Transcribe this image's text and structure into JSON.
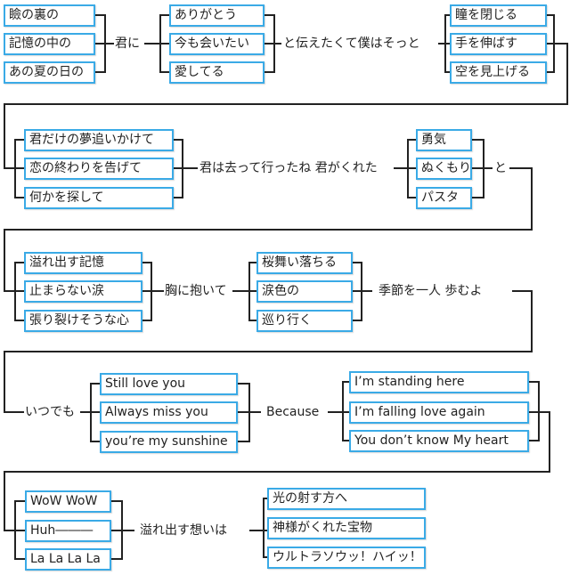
{
  "colors": {
    "box_border": "#3aaae6",
    "line": "#222222"
  },
  "row1": {
    "group_a": [
      "瞼の裏の",
      "記憶の中の",
      "あの夏の日の"
    ],
    "label_1": "君に",
    "group_b": [
      "ありがとう",
      "今も会いたい",
      "愛してる"
    ],
    "label_2": "と伝えたくて僕はそっと",
    "group_c": [
      "瞳を閉じる",
      "手を伸ばす",
      "空を見上げる"
    ]
  },
  "row2": {
    "group_a": [
      "君だけの夢追いかけて",
      "恋の終わりを告げて",
      "何かを探して"
    ],
    "label_1": "君は去って行ったね 君がくれた",
    "group_b": [
      "勇気",
      "ぬくもり",
      "パスタ"
    ],
    "label_2": "と"
  },
  "row3": {
    "group_a": [
      "溢れ出す記憶",
      "止まらない涙",
      "張り裂けそうな心"
    ],
    "label_1": "胸に抱いて",
    "group_b": [
      "桜舞い落ちる",
      "涙色の",
      "巡り行く"
    ],
    "label_2": "季節を一人 歩むよ"
  },
  "row4": {
    "label_1": "いつでも",
    "group_a": [
      "Still love you",
      "Always miss you",
      "you’re my sunshine"
    ],
    "label_2": "Because",
    "group_b": [
      "I’m standing here",
      "I’m falling love again",
      "You don’t know My heart"
    ]
  },
  "row5": {
    "group_a": [
      "WoW WoW",
      "Huh―――",
      "La La La La"
    ],
    "label_1": "溢れ出す想いは",
    "group_b": [
      "光の射す方へ",
      "神様がくれた宝物",
      "ウルトラソウッ！ハイッ！"
    ]
  }
}
